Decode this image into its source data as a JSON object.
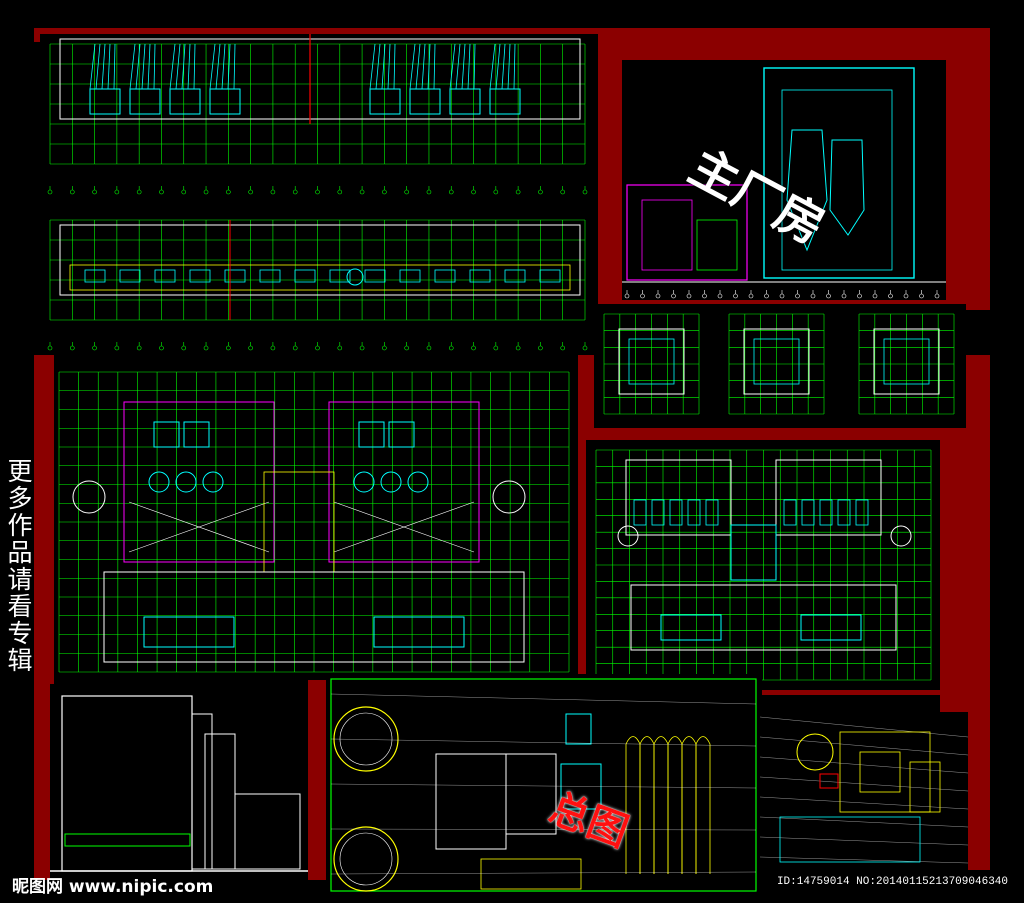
{
  "side_text": "更多作品请看专辑",
  "labels": {
    "main_plant": "主厂房",
    "general_plan": "总图"
  },
  "watermark": "昵图网 www.nipic.com",
  "image_id": "ID:14759014 NO:20140115213709046340",
  "colors": {
    "frame": "#8b0000",
    "cad_green": "#00ff00",
    "cad_cyan": "#00ffff",
    "cad_magenta": "#ff00ff",
    "cad_yellow": "#ffff00",
    "cad_red": "#ff0000",
    "cad_white": "#ffffff"
  }
}
